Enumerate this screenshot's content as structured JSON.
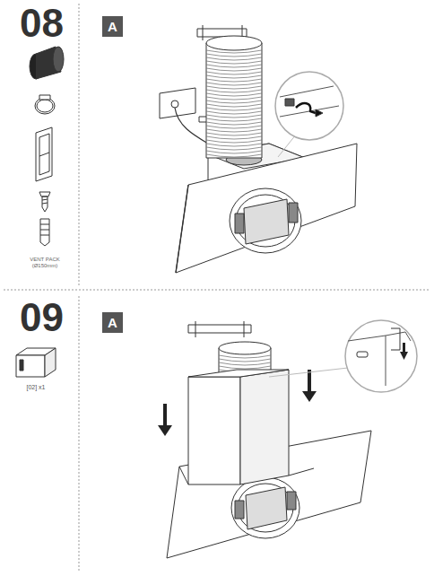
{
  "diagram": {
    "nodes": [
      {
        "text": [
          "A"
        ]
      },
      {
        "text": [
          "A"
        ]
      }
    ],
    "labels": [
      "08",
      "VENT PACK (Ø150mm)",
      "09",
      "[02] x1"
    ]
  }
}
